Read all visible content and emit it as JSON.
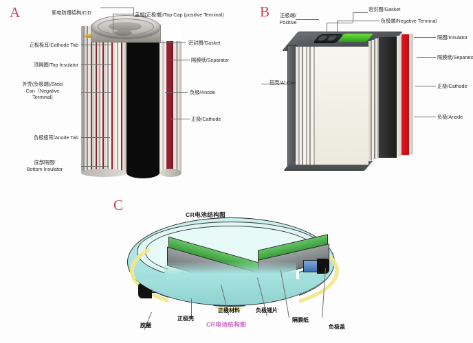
{
  "figure": {
    "panels": [
      {
        "letter": "A",
        "type": "cylindrical-cell",
        "labels_left": [
          {
            "text": "新电防爆结构/CID"
          },
          {
            "text": "正极极耳/Cathode Tab"
          },
          {
            "text": "顶隔圈/Top Insulator"
          },
          {
            "text": "外壳(负极端)/Steel\nCan（Negative\nTerminal)"
          },
          {
            "text": "负极极耳/Anode Tab"
          },
          {
            "text": "底部隔圈/\nBottom Insulator"
          }
        ],
        "labels_right": [
          {
            "text": "盖帽(正极端)/Top Cap (positive Terminal)"
          },
          {
            "text": "密封圈/Gasket"
          },
          {
            "text": "隔膜纸/Separator"
          },
          {
            "text": "负极/Anode"
          },
          {
            "text": "正极/Cathode"
          }
        ]
      },
      {
        "letter": "B",
        "type": "prismatic-cell",
        "labels_left": [
          {
            "text": "正极端/\nPositive"
          },
          {
            "text": "铝壳/Al Can"
          }
        ],
        "labels_right": [
          {
            "text": "密封圈/Gasket"
          },
          {
            "text": "负极端/Negative Terminal"
          },
          {
            "text": "隔圈/Insulator"
          },
          {
            "text": "隔膜纸/Separator"
          },
          {
            "text": "正极/Cathode"
          },
          {
            "text": "负极/Anode"
          }
        ]
      },
      {
        "letter": "C",
        "type": "coin-cell",
        "title": "CR电池结构图",
        "caption": "CR电池结构图",
        "labels": [
          {
            "text": "胶圈"
          },
          {
            "text": "正极壳"
          },
          {
            "text": "正极材料"
          },
          {
            "text": "负极锂片"
          },
          {
            "text": "隔膜纸"
          },
          {
            "text": "负极盖"
          }
        ]
      }
    ]
  },
  "colors": {
    "panel_letter": "#c0495c",
    "caption_magenta": "#cc66cc",
    "cathode_red": "#8f2030",
    "anode_black": "#0b0b0b",
    "separator_white": "#efece6",
    "steel_can": "#9b9893",
    "gold_tab": "#d9a52a",
    "al_can": "#55595c",
    "coin_shell_cyan": "#b4e8e6",
    "coin_cathode_green": "#4aa84a",
    "coin_gasket_yellow": "#f0e58a",
    "coin_inner_gray": "#8a8f90"
  }
}
